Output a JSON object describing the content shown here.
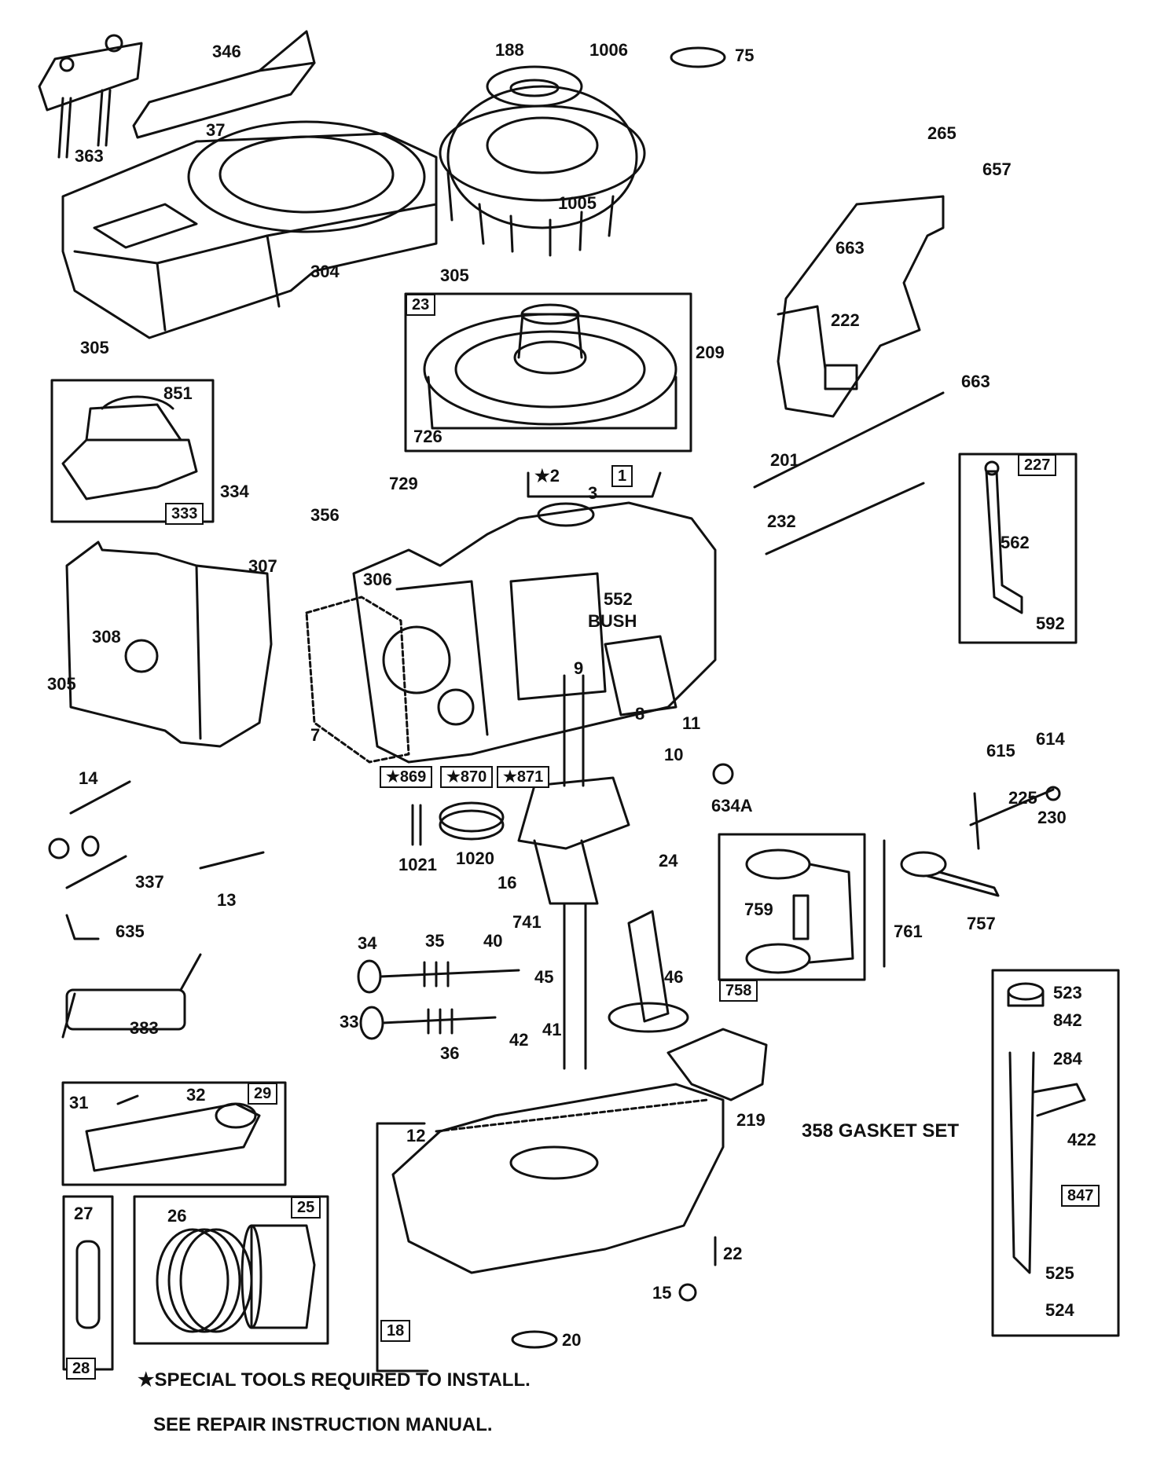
{
  "notes": {
    "special_tools": "★SPECIAL TOOLS REQUIRED TO INSTALL.",
    "see_manual": "SEE REPAIR INSTRUCTION MANUAL.",
    "gasket_set": "358 GASKET SET"
  },
  "callouts": {
    "p346": "346",
    "p188": "188",
    "p1006": "1006",
    "p75": "75",
    "p363": "363",
    "p37": "37",
    "p304": "304",
    "p305a": "305",
    "p305b": "305",
    "p1005": "1005",
    "p265": "265",
    "p657": "657",
    "p663a": "663",
    "p663b": "663",
    "p222": "222",
    "p209": "209",
    "p726": "726",
    "p851": "851",
    "p334": "334",
    "p729": "729",
    "p356": "356",
    "p3": "3",
    "p201": "201",
    "p232": "232",
    "p562": "562",
    "p592": "592",
    "p307": "307",
    "p306": "306",
    "p552": "552",
    "bush": "BUSH",
    "p308": "308",
    "p305c": "305",
    "p7": "7",
    "p9": "9",
    "p8": "8",
    "p11": "11",
    "p10": "10",
    "p615": "615",
    "p614": "614",
    "p225": "225",
    "p230": "230",
    "p634a": "634A",
    "p14": "14",
    "p337": "337",
    "p13": "13",
    "p1021": "1021",
    "p1020": "1020",
    "p16": "16",
    "p24": "24",
    "p759": "759",
    "p761": "761",
    "p757": "757",
    "p741": "741",
    "p635": "635",
    "p34": "34",
    "p35": "35",
    "p40": "40",
    "p45": "45",
    "p46": "46",
    "p33": "33",
    "p36": "36",
    "p42": "42",
    "p41": "41",
    "p383": "383",
    "p523": "523",
    "p842": "842",
    "p284": "284",
    "p422": "422",
    "p219": "219",
    "p31": "31",
    "p32": "32",
    "p12": "12",
    "p27": "27",
    "p26": "26",
    "p22": "22",
    "p15": "15",
    "p20": "20",
    "p525": "525",
    "p524": "524"
  },
  "boxed": {
    "b23": "23",
    "b333": "333",
    "b1": "1",
    "b2": "★2",
    "b227": "227",
    "b869": "★869",
    "b870": "★870",
    "b871": "★871",
    "b758": "758",
    "b29": "29",
    "b25": "25",
    "b28": "28",
    "b18": "18",
    "b847": "847"
  }
}
